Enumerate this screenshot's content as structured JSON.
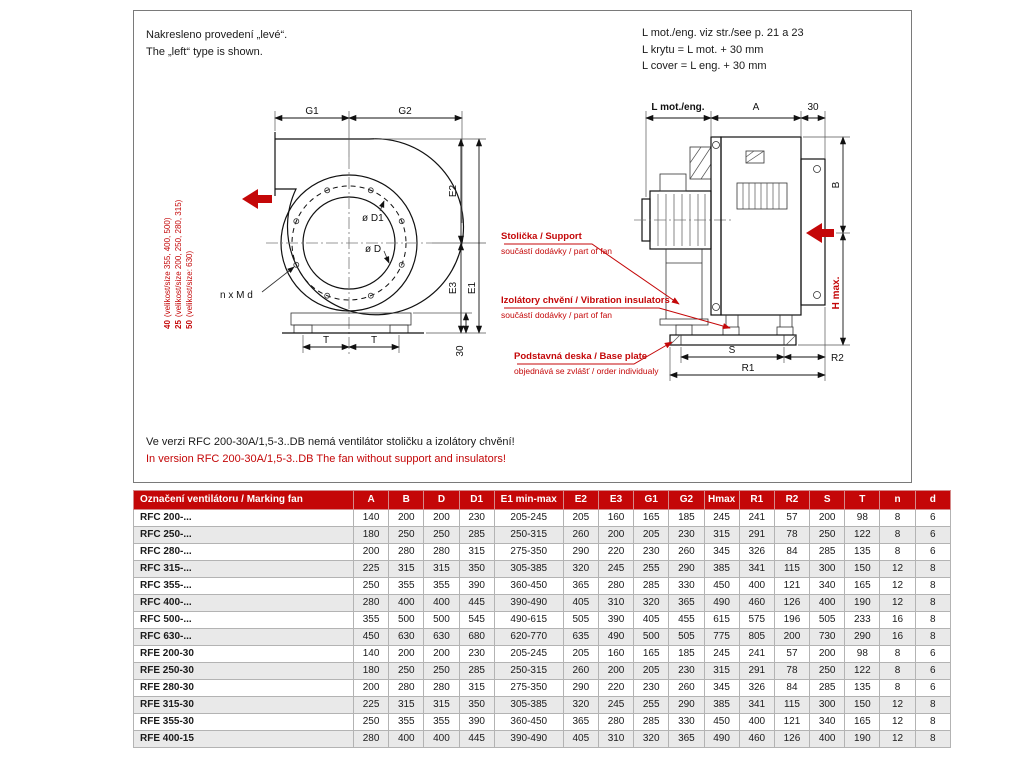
{
  "colors": {
    "accent": "#c40708",
    "table_header_bg": "#c40708"
  },
  "notes": {
    "drawn_type_cz": "Nakresleno provedení „levé“.",
    "drawn_type_en": "The „left“ type is shown.",
    "l_ref_1": "L mot./eng. viz str./see p. 21 a 23",
    "l_ref_2": "L krytu = L mot. + 30 mm",
    "l_ref_3": "L cover = L eng. + 30 mm",
    "version_note_cz": "Ve verzi RFC 200-30A/1,5-3..DB nemá ventilátor stoličku a izolátory chvění!",
    "version_note_en": "In version RFC 200-30A/1,5-3..DB The fan without support and insulators!"
  },
  "front_view": {
    "dim_g1": "G1",
    "dim_g2": "G2",
    "dim_e2": "E2",
    "dim_e3": "E3",
    "dim_e1": "E1",
    "dim_d1": "ø D1",
    "dim_d": "ø D",
    "dim_bolts": "n x M d",
    "dim_t1": "T",
    "dim_t2": "T",
    "dim_30": "30",
    "foot_notes": [
      {
        "num": "40",
        "text": "(velikost/size 355, 400, 500)"
      },
      {
        "num": "25",
        "text": "(velikost/size 200, 250, 280, 315)"
      },
      {
        "num": "50",
        "text": "(velikost/size: 630)"
      }
    ]
  },
  "side_view": {
    "dim_lmot": "L mot./eng.",
    "dim_a": "A",
    "dim_30": "30",
    "dim_b": "B",
    "dim_hmax": "H max.",
    "dim_s": "S",
    "dim_r2": "R2",
    "dim_r1": "R1"
  },
  "callouts": [
    {
      "title": "Stolička / Support",
      "subtitle": "součástí dodávky / part of fan"
    },
    {
      "title": "Izolátory chvění / Vibration insulators",
      "subtitle": "součástí dodávky / part of fan"
    },
    {
      "title": "Podstavná deska / Base plate",
      "subtitle": "objednává se zvlášť / order individualy"
    }
  ],
  "table": {
    "header": [
      "Označení ventilátoru / Marking fan",
      "A",
      "B",
      "D",
      "D1",
      "E1 min-max",
      "E2",
      "E3",
      "G1",
      "G2",
      "Hmax",
      "R1",
      "R2",
      "S",
      "T",
      "n",
      "d"
    ],
    "rows": [
      [
        "RFC 200-...",
        "140",
        "200",
        "200",
        "230",
        "205-245",
        "205",
        "160",
        "165",
        "185",
        "245",
        "241",
        "57",
        "200",
        "98",
        "8",
        "6"
      ],
      [
        "RFC 250-...",
        "180",
        "250",
        "250",
        "285",
        "250-315",
        "260",
        "200",
        "205",
        "230",
        "315",
        "291",
        "78",
        "250",
        "122",
        "8",
        "6"
      ],
      [
        "RFC 280-...",
        "200",
        "280",
        "280",
        "315",
        "275-350",
        "290",
        "220",
        "230",
        "260",
        "345",
        "326",
        "84",
        "285",
        "135",
        "8",
        "6"
      ],
      [
        "RFC 315-...",
        "225",
        "315",
        "315",
        "350",
        "305-385",
        "320",
        "245",
        "255",
        "290",
        "385",
        "341",
        "115",
        "300",
        "150",
        "12",
        "8"
      ],
      [
        "RFC 355-...",
        "250",
        "355",
        "355",
        "390",
        "360-450",
        "365",
        "280",
        "285",
        "330",
        "450",
        "400",
        "121",
        "340",
        "165",
        "12",
        "8"
      ],
      [
        "RFC 400-...",
        "280",
        "400",
        "400",
        "445",
        "390-490",
        "405",
        "310",
        "320",
        "365",
        "490",
        "460",
        "126",
        "400",
        "190",
        "12",
        "8"
      ],
      [
        "RFC 500-...",
        "355",
        "500",
        "500",
        "545",
        "490-615",
        "505",
        "390",
        "405",
        "455",
        "615",
        "575",
        "196",
        "505",
        "233",
        "16",
        "8"
      ],
      [
        "RFC 630-...",
        "450",
        "630",
        "630",
        "680",
        "620-770",
        "635",
        "490",
        "500",
        "505",
        "775",
        "805",
        "200",
        "730",
        "290",
        "16",
        "8"
      ],
      [
        "RFE 200-30",
        "140",
        "200",
        "200",
        "230",
        "205-245",
        "205",
        "160",
        "165",
        "185",
        "245",
        "241",
        "57",
        "200",
        "98",
        "8",
        "6"
      ],
      [
        "RFE 250-30",
        "180",
        "250",
        "250",
        "285",
        "250-315",
        "260",
        "200",
        "205",
        "230",
        "315",
        "291",
        "78",
        "250",
        "122",
        "8",
        "6"
      ],
      [
        "RFE 280-30",
        "200",
        "280",
        "280",
        "315",
        "275-350",
        "290",
        "220",
        "230",
        "260",
        "345",
        "326",
        "84",
        "285",
        "135",
        "8",
        "6"
      ],
      [
        "RFE 315-30",
        "225",
        "315",
        "315",
        "350",
        "305-385",
        "320",
        "245",
        "255",
        "290",
        "385",
        "341",
        "115",
        "300",
        "150",
        "12",
        "8"
      ],
      [
        "RFE 355-30",
        "250",
        "355",
        "355",
        "390",
        "360-450",
        "365",
        "280",
        "285",
        "330",
        "450",
        "400",
        "121",
        "340",
        "165",
        "12",
        "8"
      ],
      [
        "RFE 400-15",
        "280",
        "400",
        "400",
        "445",
        "390-490",
        "405",
        "310",
        "320",
        "365",
        "490",
        "460",
        "126",
        "400",
        "190",
        "12",
        "8"
      ]
    ]
  }
}
